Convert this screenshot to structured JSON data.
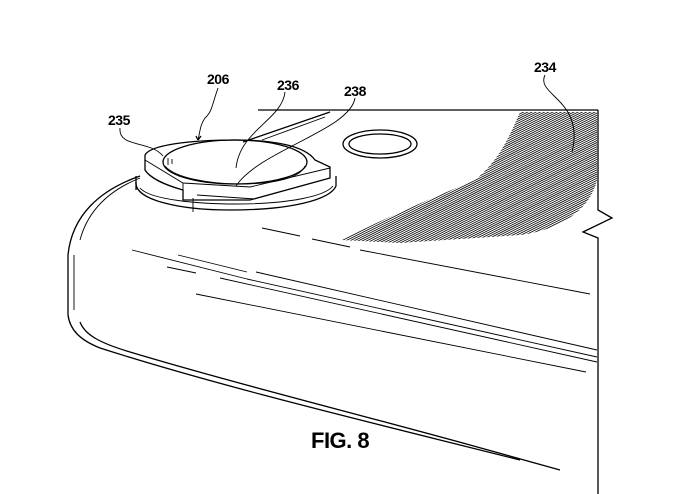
{
  "figure": {
    "caption": "FIG. 8",
    "reference_numerals": {
      "r206": "206",
      "r236": "236",
      "r238": "238",
      "r235": "235",
      "r234": "234"
    }
  },
  "colors": {
    "ink": "#000000",
    "paper": "#ffffff"
  }
}
